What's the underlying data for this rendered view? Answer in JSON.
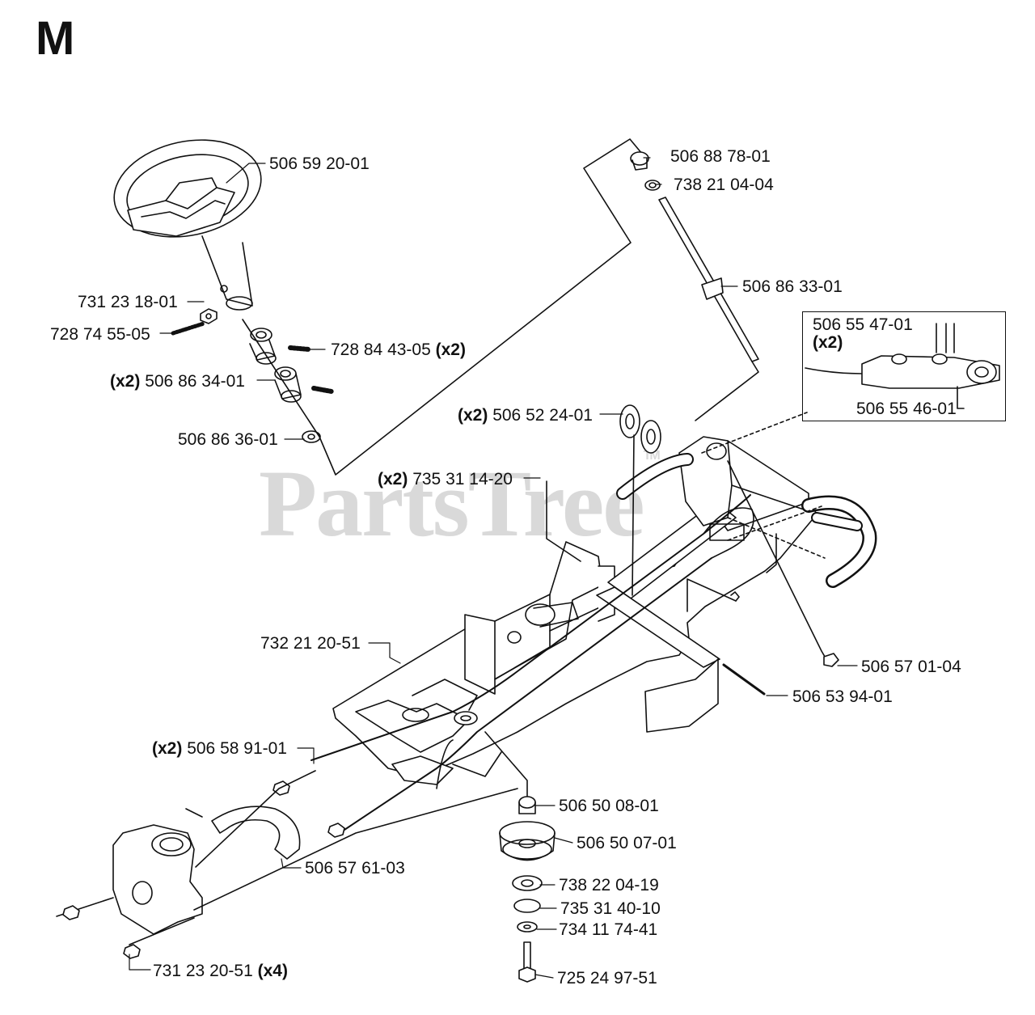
{
  "page": {
    "section_letter": "M",
    "watermark": "PartsTree",
    "watermark_tm": "TM"
  },
  "parts": [
    {
      "id": "steering-wheel",
      "number": "506 59 20-01",
      "qty": ""
    },
    {
      "id": "nut-top",
      "number": "731 23 18-01",
      "qty": ""
    },
    {
      "id": "bolt-top",
      "number": "728 74 55-05",
      "qty": ""
    },
    {
      "id": "set-screw",
      "number": "728 84 43-05",
      "qty": "(x2)"
    },
    {
      "id": "collar",
      "number": "506 86 34-01",
      "qty": "(x2)"
    },
    {
      "id": "washer-steering",
      "number": "506 86 36-01",
      "qty": ""
    },
    {
      "id": "bushing-top",
      "number": "506 88 78-01",
      "qty": ""
    },
    {
      "id": "bearing-top",
      "number": "738 21 04-04",
      "qty": ""
    },
    {
      "id": "steering-shaft",
      "number": "506 86 33-01",
      "qty": ""
    },
    {
      "id": "pulley-small",
      "number": "506 52 24-01",
      "qty": "(x2)"
    },
    {
      "id": "clip",
      "number": "735 31 14-20",
      "qty": "(x2)"
    },
    {
      "id": "nut-frame",
      "number": "732 21 20-51",
      "qty": ""
    },
    {
      "id": "bolt-frame",
      "number": "506 57 01-04",
      "qty": ""
    },
    {
      "id": "pivot-rod",
      "number": "506 53 94-01",
      "qty": ""
    },
    {
      "id": "cable",
      "number": "506 58 91-01",
      "qty": "(x2)"
    },
    {
      "id": "bushing-pulley",
      "number": "506 50 08-01",
      "qty": ""
    },
    {
      "id": "pulley-large",
      "number": "506 50 07-01",
      "qty": ""
    },
    {
      "id": "strap",
      "number": "506 57 61-03",
      "qty": ""
    },
    {
      "id": "bearing-pulley",
      "number": "738 22 04-19",
      "qty": ""
    },
    {
      "id": "retaining-ring",
      "number": "735 31 40-10",
      "qty": ""
    },
    {
      "id": "washer-pulley",
      "number": "734 11 74-41",
      "qty": ""
    },
    {
      "id": "bolt-pulley",
      "number": "725 24 97-51",
      "qty": ""
    },
    {
      "id": "nut-bottom",
      "number": "731 23 20-51",
      "qty": "(x4)"
    },
    {
      "id": "link-plate",
      "number": "506 55 47-01",
      "qty": "(x2)"
    },
    {
      "id": "link-pin",
      "number": "506 55 46-01",
      "qty": ""
    }
  ]
}
